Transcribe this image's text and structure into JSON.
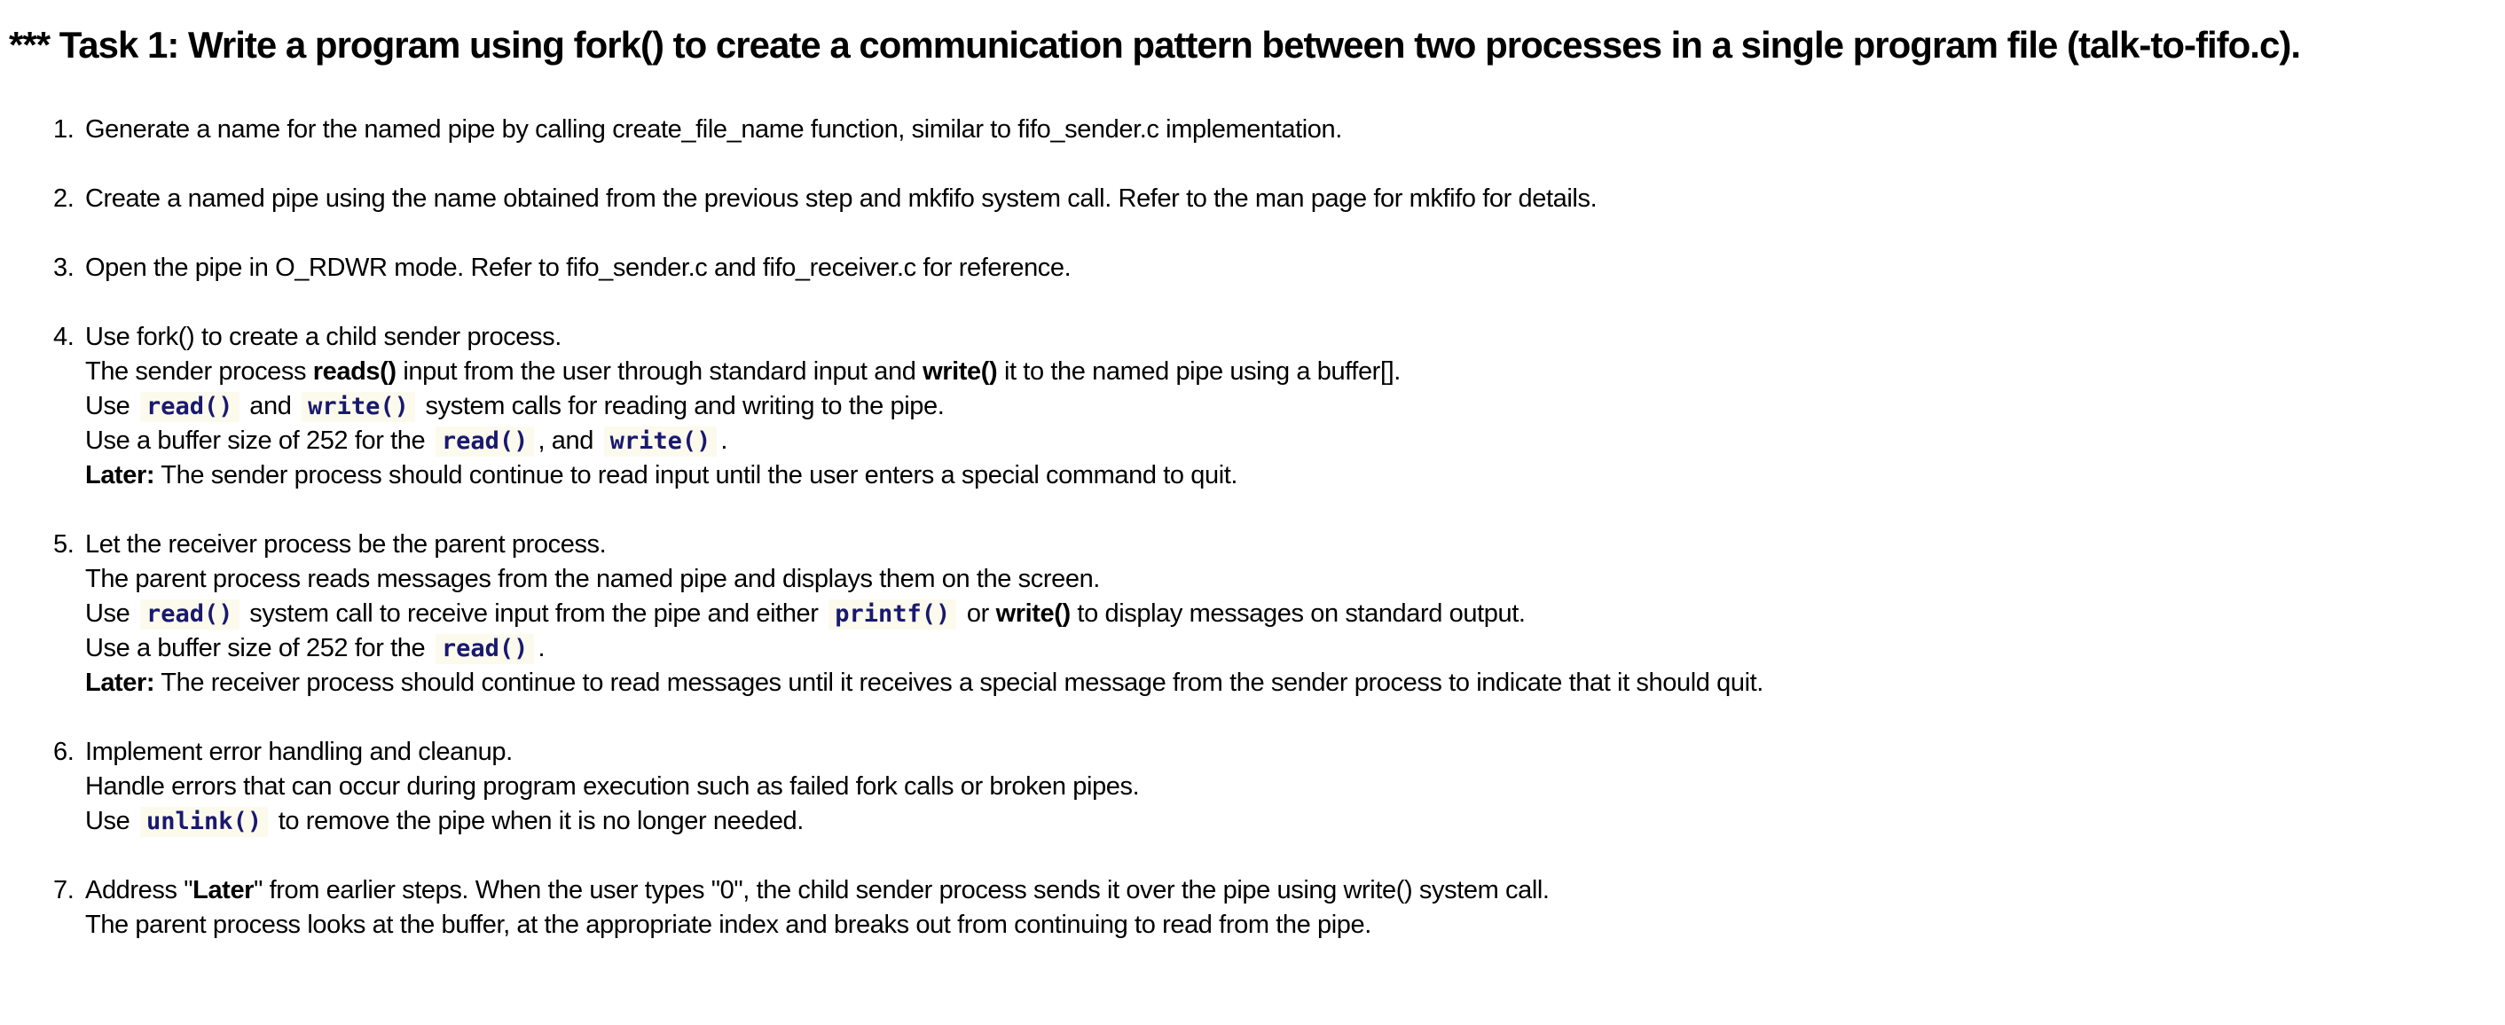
{
  "page": {
    "background": "#ffffff",
    "text_color": "#000000"
  },
  "styles": {
    "code_color": "#191970",
    "code_background": "#fbfaec"
  },
  "heading": {
    "text": "*** Task 1: Write a program using fork() to create a communication pattern between two processes in a single program file (talk-to-fifo.c)."
  },
  "task_list": {
    "items": [
      {
        "number": "1.",
        "lines": [
          [
            {
              "style": "normal",
              "text": "Generate a name for the named pipe by calling create_file_name function, similar to fifo_sender.c implementation."
            }
          ]
        ]
      },
      {
        "number": "2.",
        "lines": [
          [
            {
              "style": "normal",
              "text": "Create a named pipe using the name obtained from the previous step and mkfifo system call. Refer to the man page for mkfifo for details."
            }
          ]
        ]
      },
      {
        "number": "3.",
        "lines": [
          [
            {
              "style": "normal",
              "text": "Open the pipe in O_RDWR mode. Refer to fifo_sender.c and fifo_receiver.c for reference."
            }
          ]
        ]
      },
      {
        "number": "4.",
        "lines": [
          [
            {
              "style": "normal",
              "text": "Use fork() to create a child sender process."
            }
          ],
          [
            {
              "style": "normal",
              "text": "The sender process "
            },
            {
              "style": "bold",
              "text": "reads()"
            },
            {
              "style": "normal",
              "text": " input from the user through standard input and "
            },
            {
              "style": "bold",
              "text": "write()"
            },
            {
              "style": "normal",
              "text": " it to the named pipe using a buffer[]."
            }
          ],
          [
            {
              "style": "normal",
              "text": "Use "
            },
            {
              "style": "code",
              "text": "read()"
            },
            {
              "style": "normal",
              "text": " and "
            },
            {
              "style": "code",
              "text": "write()"
            },
            {
              "style": "normal",
              "text": " system calls for reading and writing to the pipe."
            }
          ],
          [
            {
              "style": "normal",
              "text": "Use a buffer size of 252 for the "
            },
            {
              "style": "code",
              "text": "read()"
            },
            {
              "style": "normal",
              "text": ", and "
            },
            {
              "style": "code",
              "text": "write()"
            },
            {
              "style": "normal",
              "text": "."
            }
          ],
          [
            {
              "style": "bold",
              "text": "Later:"
            },
            {
              "style": "normal",
              "text": " The sender process should continue to read input until the user enters a special command to quit."
            }
          ]
        ]
      },
      {
        "number": "5.",
        "lines": [
          [
            {
              "style": "normal",
              "text": "Let the receiver process be the parent process."
            }
          ],
          [
            {
              "style": "normal",
              "text": "The parent process reads messages from the named pipe and displays them on the screen."
            }
          ],
          [
            {
              "style": "normal",
              "text": "Use "
            },
            {
              "style": "code",
              "text": "read()"
            },
            {
              "style": "normal",
              "text": " system call to receive input from the pipe and either "
            },
            {
              "style": "code",
              "text": "printf()"
            },
            {
              "style": "normal",
              "text": " or "
            },
            {
              "style": "bold",
              "text": "write()"
            },
            {
              "style": "normal",
              "text": " to display messages on standard output."
            }
          ],
          [
            {
              "style": "normal",
              "text": "Use a buffer size of 252 for the "
            },
            {
              "style": "code",
              "text": "read()"
            },
            {
              "style": "normal",
              "text": "."
            }
          ],
          [
            {
              "style": "bold",
              "text": "Later:"
            },
            {
              "style": "normal",
              "text": " The receiver process should continue to read messages until it receives a special message from the sender process to indicate that it should quit."
            }
          ]
        ]
      },
      {
        "number": "6.",
        "lines": [
          [
            {
              "style": "normal",
              "text": "Implement error handling and cleanup."
            }
          ],
          [
            {
              "style": "normal",
              "text": "Handle errors that can occur during program execution such as failed fork calls or broken pipes."
            }
          ],
          [
            {
              "style": "normal",
              "text": "Use "
            },
            {
              "style": "code",
              "text": "unlink()"
            },
            {
              "style": "normal",
              "text": " to remove the pipe when it is no longer needed."
            }
          ]
        ]
      },
      {
        "number": "7.",
        "lines": [
          [
            {
              "style": "normal",
              "text": "Address \""
            },
            {
              "style": "bold",
              "text": "Later"
            },
            {
              "style": "normal",
              "text": "\" from earlier steps. When the user types \"0\", the child sender process sends it over the pipe using write() system call."
            }
          ],
          [
            {
              "style": "normal",
              "text": "The parent process looks at the buffer, at the appropriate index and breaks out from continuing to read from the pipe."
            }
          ]
        ]
      }
    ]
  }
}
